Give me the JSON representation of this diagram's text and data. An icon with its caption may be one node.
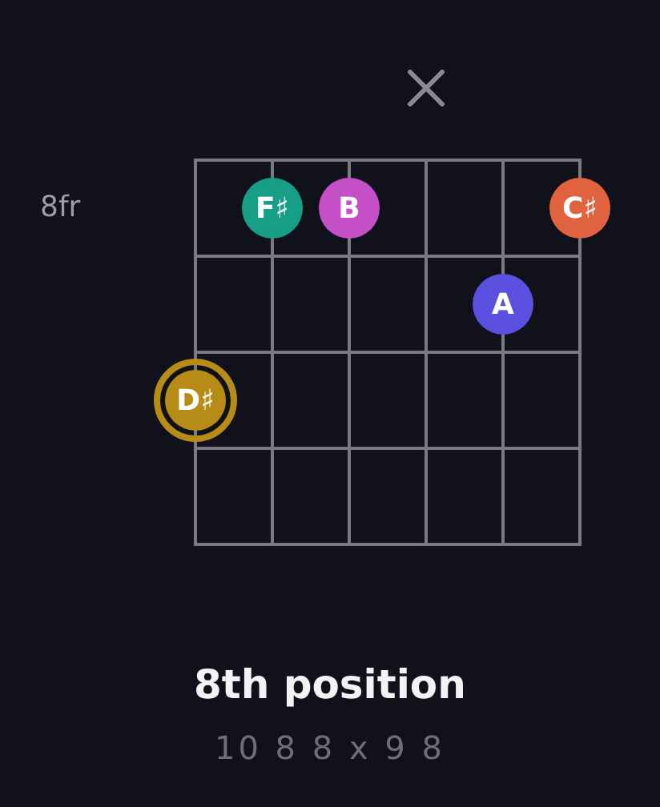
{
  "diagram": {
    "title": "8th position",
    "nodes": [
      {
        "text": [
          "F♯"
        ]
      },
      {
        "text": [
          "B"
        ]
      },
      {
        "text": [
          "C♯"
        ]
      },
      {
        "text": [
          "A"
        ]
      },
      {
        "text": [
          "D♯"
        ]
      }
    ],
    "labels": [
      "8fr",
      "10 8 8 x 9 8"
    ]
  }
}
